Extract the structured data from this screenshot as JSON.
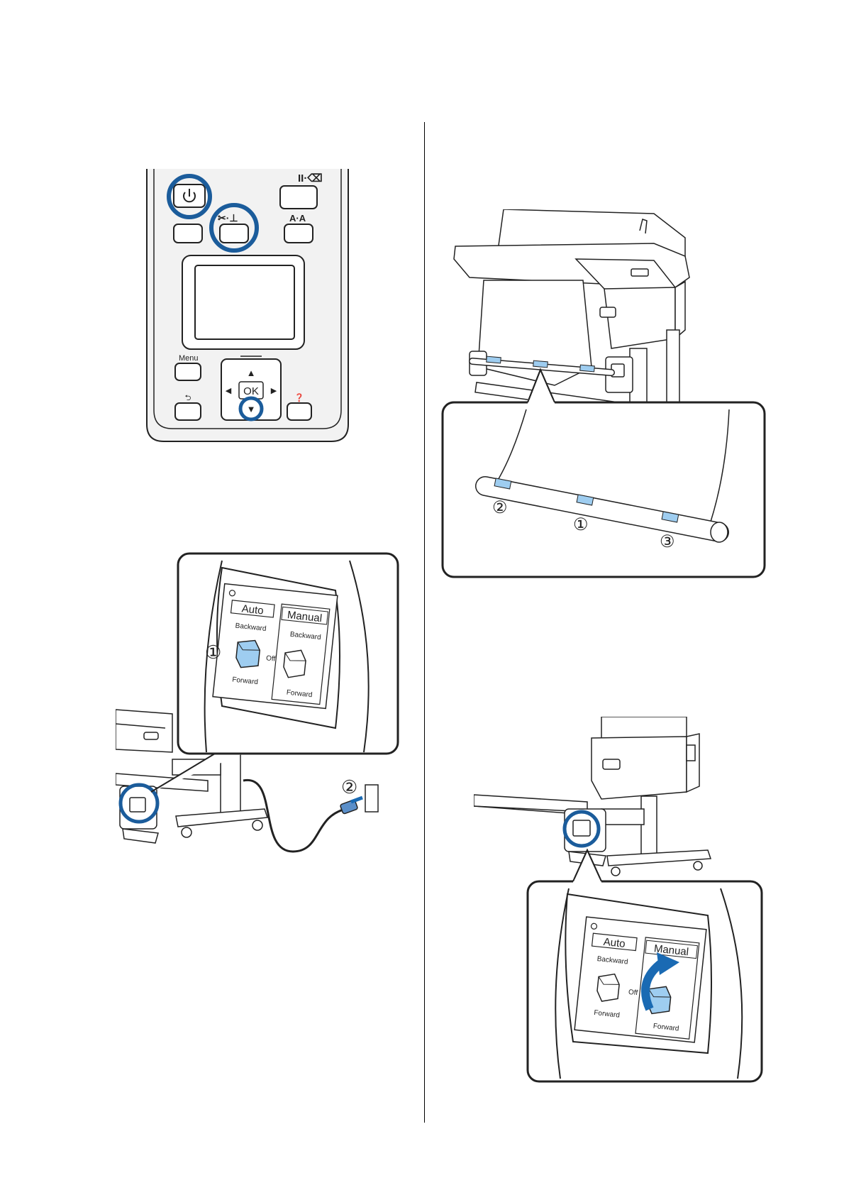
{
  "control_panel": {
    "pause_cancel_label": "II·⌫",
    "cut_feed_label": "✂·⊥",
    "ab_label": "A·A",
    "menu_label": "Menu",
    "ok_label": "OK",
    "up_arrow": "▲",
    "down_arrow": "▼",
    "left_arrow": "◀",
    "right_arrow": "▶",
    "back_glyph": "⮌",
    "help_glyph": "❓"
  },
  "switch_panel": {
    "auto_label": "Auto",
    "manual_label": "Manual",
    "backward_label": "Backward",
    "forward_label": "Forward",
    "off_label": "Off"
  },
  "callouts": {
    "one": "①",
    "two": "②",
    "three": "③"
  },
  "colors": {
    "highlight_ring": "#1b5c9b",
    "tape_blue": "#9ecdf0",
    "arrow_blue": "#1a6ab3",
    "line": "#222222"
  }
}
